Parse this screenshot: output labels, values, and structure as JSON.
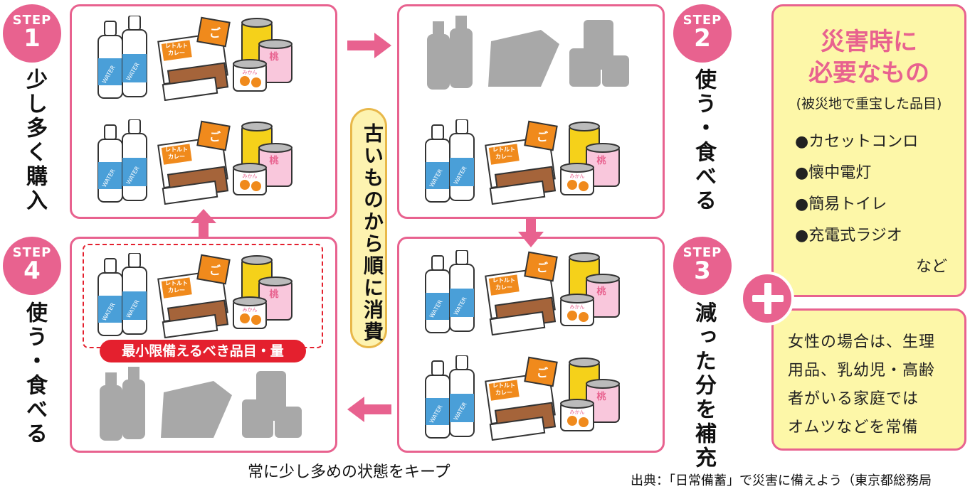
{
  "steps": [
    {
      "badge_word": "STEP",
      "badge_num": "1",
      "label": "少し多く購入"
    },
    {
      "badge_word": "STEP",
      "badge_num": "2",
      "label": "使う・食べる"
    },
    {
      "badge_word": "STEP",
      "badge_num": "3",
      "label": "減った分を補充"
    },
    {
      "badge_word": "STEP",
      "badge_num": "4",
      "label": "使う・食べる"
    }
  ],
  "center_pill": "古いものから順に消費",
  "minimum_label": "最小限備えるべき品目・量",
  "bottom_caption": "常に少し多めの状態をキープ",
  "source": "出典：「日常備蓄」で災害に備えよう（東京都総務局",
  "item_labels": {
    "water": "WATER",
    "curry": "レトルトカレー",
    "curry_line1": "レトルト",
    "curry_line2": "カレー",
    "rice": "ご",
    "peach": "桃",
    "mandarin": "みかん"
  },
  "needs_box": {
    "title_line1": "災害時に",
    "title_line2": "必要なもの",
    "subtitle": "(被災地で重宝した品目)",
    "items": [
      "●カセットコンロ",
      "●懐中電灯",
      "●簡易トイレ",
      "●充電式ラジオ"
    ],
    "etc": "など"
  },
  "women_box": {
    "lines": [
      "女性の場合は、生理",
      "用品、乳幼児・高齢",
      "者がいる家庭では",
      "オムツなどを常備"
    ]
  },
  "colors": {
    "accent": "#e8628f",
    "red": "#e4202e",
    "yellow": "#fdf7a8",
    "gray": "#a8a8a8"
  }
}
